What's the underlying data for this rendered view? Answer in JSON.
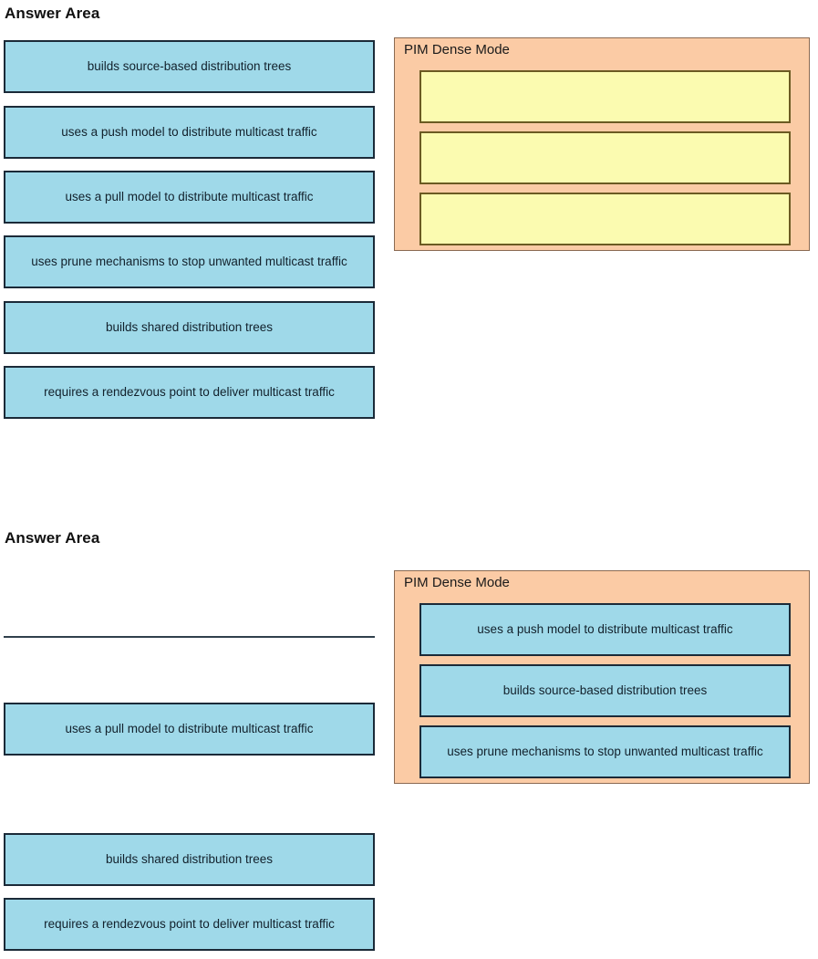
{
  "colors": {
    "tile_fill": "#9fd9e9",
    "tile_border": "#1b2a38",
    "panel_fill": "#fbcba5",
    "panel_border": "#8a6a52",
    "slot_fill": "#fbfbb0",
    "slot_border": "#6b5a22",
    "text": "#12212c",
    "page_background": "#ffffff"
  },
  "sections": [
    {
      "id": "unanswered",
      "heading": "Answer Area",
      "source_tiles": [
        {
          "label": "builds source-based distribution trees"
        },
        {
          "label": "uses a push model to distribute multicast traffic"
        },
        {
          "label": "uses a pull model to distribute multicast traffic"
        },
        {
          "label": "uses prune mechanisms to stop unwanted multicast traffic"
        },
        {
          "label": "builds shared distribution trees"
        },
        {
          "label": "requires a rendezvous point to deliver multicast traffic"
        }
      ],
      "panel": {
        "title": "PIM Dense Mode",
        "slots": [
          {
            "label": ""
          },
          {
            "label": ""
          },
          {
            "label": ""
          }
        ]
      }
    },
    {
      "id": "answered",
      "heading": "Answer Area",
      "source_tiles": [
        {
          "label": "uses a pull model to distribute multicast traffic"
        },
        {
          "label": "builds shared distribution trees"
        },
        {
          "label": "requires a rendezvous point to deliver multicast traffic"
        }
      ],
      "panel": {
        "title": "PIM Dense Mode",
        "slots": [
          {
            "label": "uses a push model to distribute multicast traffic"
          },
          {
            "label": "builds source-based distribution trees"
          },
          {
            "label": "uses prune mechanisms to stop unwanted multicast traffic"
          }
        ]
      }
    }
  ]
}
